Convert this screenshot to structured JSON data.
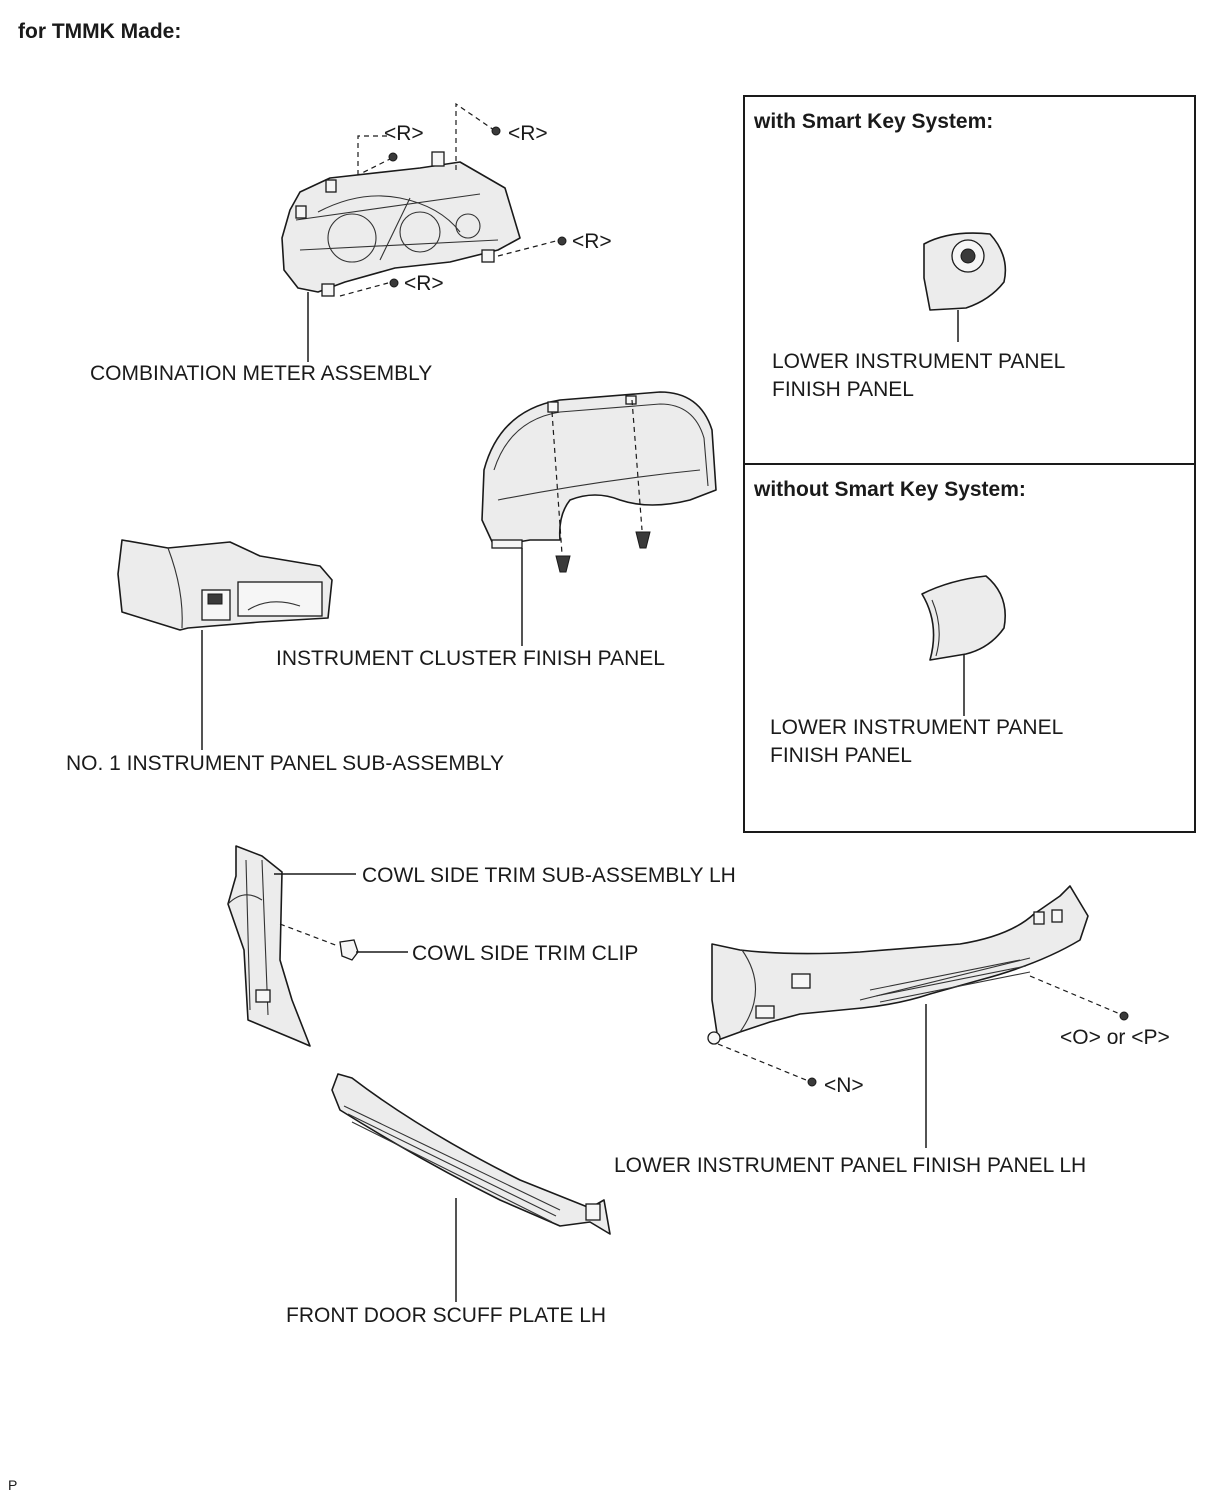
{
  "header": "for TMMK Made:",
  "corner_mark": "P",
  "labels": {
    "combination_meter": "COMBINATION METER ASSEMBLY",
    "cluster_finish_panel": "INSTRUMENT CLUSTER FINISH PANEL",
    "no1_instrument_panel": "NO. 1 INSTRUMENT PANEL SUB-ASSEMBLY",
    "cowl_side_trim": "COWL SIDE TRIM SUB-ASSEMBLY LH",
    "cowl_side_trim_clip": "COWL SIDE TRIM CLIP",
    "lower_finish_panel_lh": "LOWER INSTRUMENT PANEL FINISH PANEL LH",
    "front_door_scuff": "FRONT DOOR SCUFF PLATE LH"
  },
  "fasteners": {
    "r": "<R>",
    "n": "<N>",
    "o_or_p": "<O> or <P>"
  },
  "inset_with": {
    "title": "with Smart Key System:",
    "label_line1": "LOWER INSTRUMENT PANEL",
    "label_line2": "FINISH PANEL"
  },
  "inset_without": {
    "title": "without Smart Key System:",
    "label_line1": "LOWER INSTRUMENT PANEL",
    "label_line2": "FINISH PANEL"
  }
}
